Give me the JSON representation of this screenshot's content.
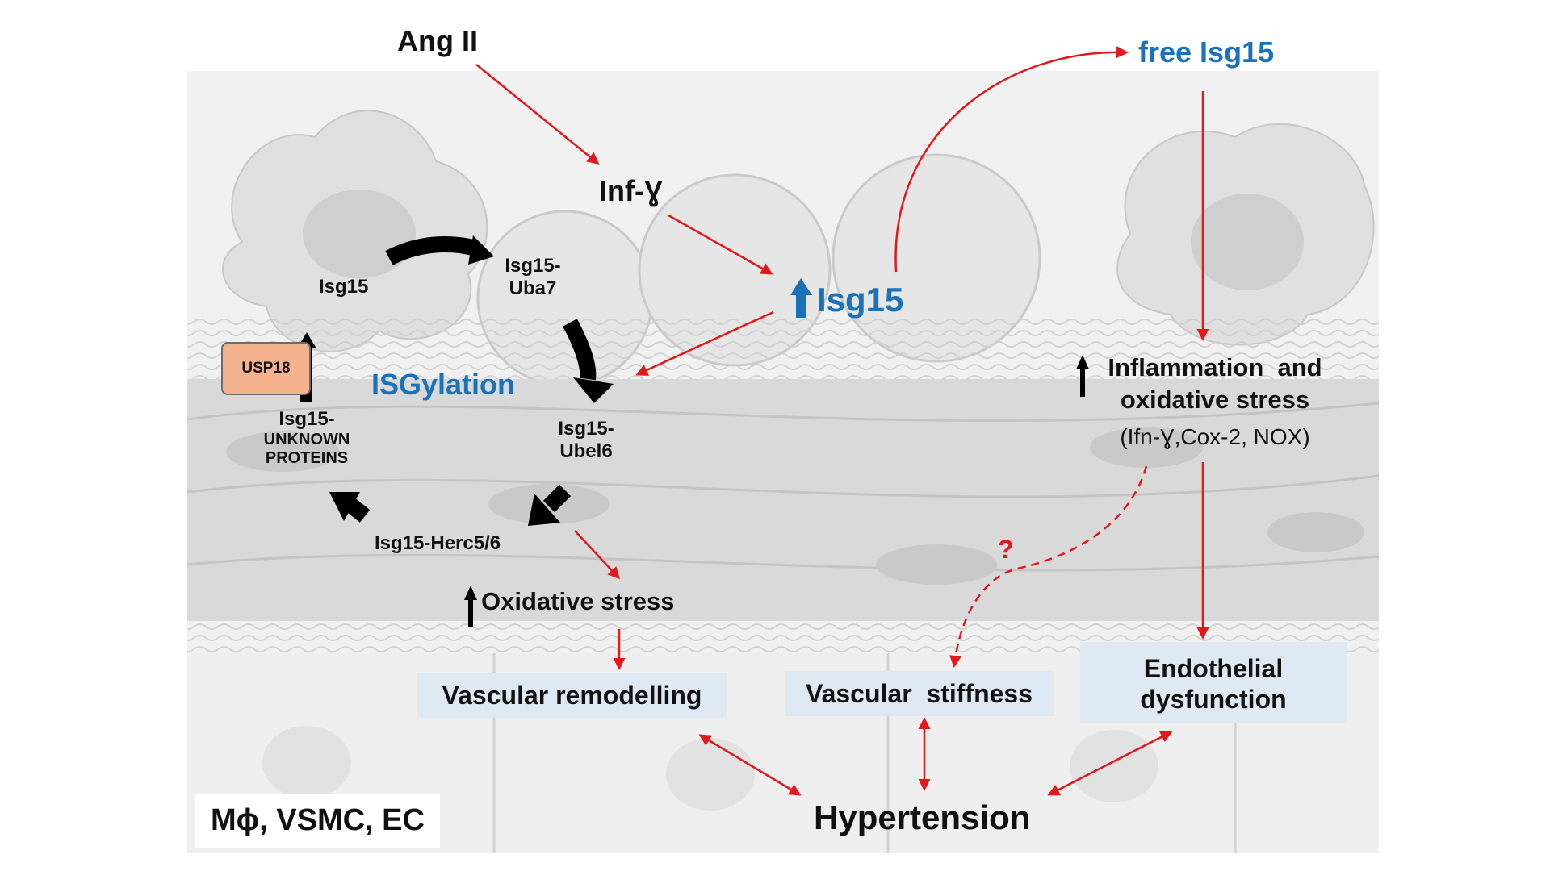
{
  "diagram": {
    "top_stimulus": "Ang II",
    "cytokine": "Inf-Ɣ",
    "isg15_up": "Isg15",
    "free_isg15": "free Isg15",
    "cycle": {
      "isg15": "Isg15",
      "uba7": [
        "Isg15-",
        "Uba7"
      ],
      "ubel6": [
        "Isg15-",
        "Ubel6"
      ],
      "herc": "Isg15-Herc5/6",
      "unknown": [
        "Isg15-",
        "UNKNOWN",
        "PROTEINS"
      ],
      "usp18": "USP18",
      "isgylation": "ISGylation"
    },
    "oxidative_stress": "Oxidative stress",
    "inflammation": [
      "Inflammation  and",
      "oxidative stress"
    ],
    "inflammation_markers": "(Ifn-Ɣ,Cox-2, NOX)",
    "question_mark": "?",
    "outcomes": {
      "vascular_remodelling": "Vascular remodelling",
      "vascular_stiffness": "Vascular  stiffness",
      "endothelial_dysfunction": [
        "Endothelial",
        "dysfunction"
      ]
    },
    "hypertension": "Hypertension",
    "cell_types": "Mϕ, VSMC, EC"
  },
  "colors": {
    "red_arrow": "#e4171a",
    "blue_text": "#1a72bb",
    "black_arrow": "#000000",
    "outcome_box": "#dfe9f3",
    "usp18_box": "#f4b18e",
    "background_tissue": "#d9d9d9"
  }
}
